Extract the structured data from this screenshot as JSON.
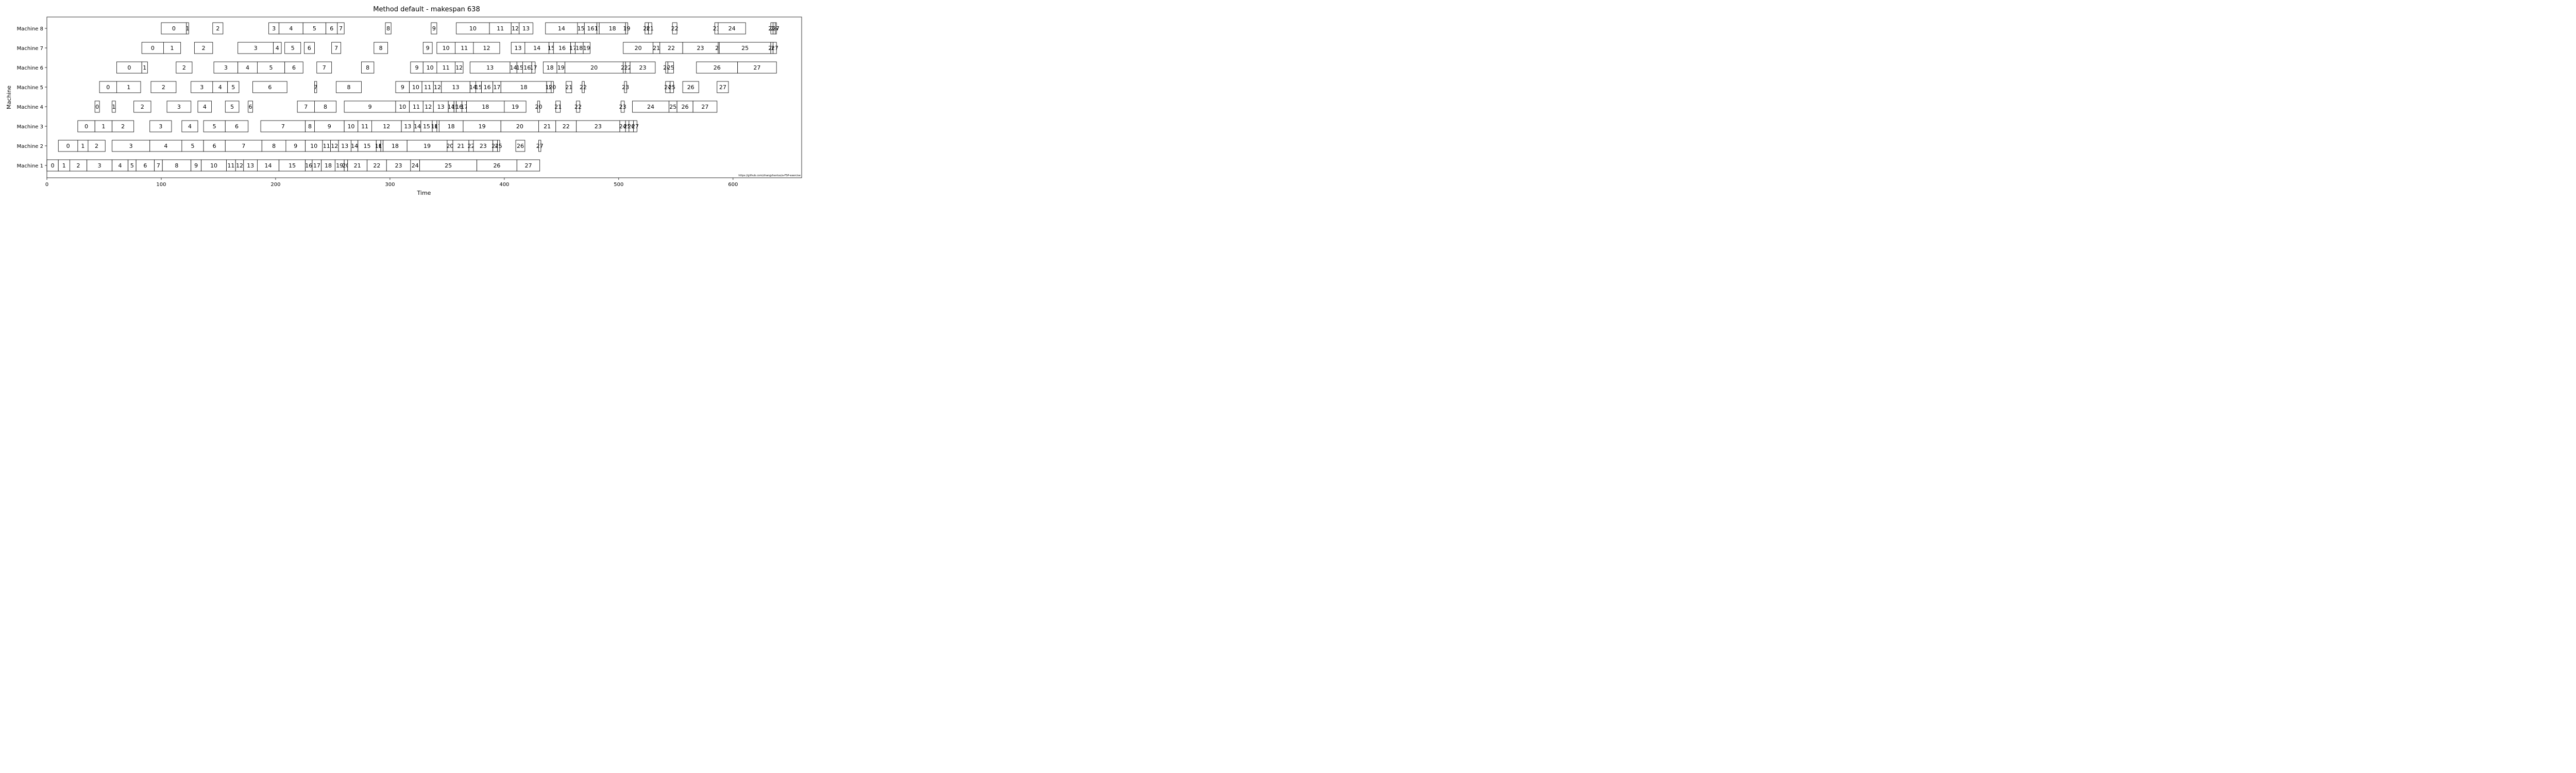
{
  "chart_data": {
    "type": "gantt",
    "title": "Method default - makespan 638",
    "xlabel": "Time",
    "ylabel": "Machine",
    "xlim": [
      0,
      660
    ],
    "xticks": [
      0,
      100,
      200,
      300,
      400,
      500,
      600
    ],
    "grid": false,
    "legend": "none",
    "credit": "https://github.com/zhangzhanluo/a-FSP-exercise",
    "machines": [
      "Machine 1",
      "Machine 2",
      "Machine 3",
      "Machine 4",
      "Machine 5",
      "Machine 6",
      "Machine 7",
      "Machine 8"
    ],
    "tasks": {
      "Machine 1": [
        [
          0,
          0,
          10
        ],
        [
          1,
          10,
          20
        ],
        [
          2,
          20,
          35
        ],
        [
          3,
          35,
          57
        ],
        [
          4,
          57,
          71
        ],
        [
          5,
          71,
          78
        ],
        [
          6,
          78,
          94
        ],
        [
          7,
          94,
          101
        ],
        [
          8,
          101,
          126
        ],
        [
          9,
          126,
          135
        ],
        [
          10,
          135,
          157
        ],
        [
          11,
          157,
          165
        ],
        [
          12,
          165,
          172
        ],
        [
          13,
          172,
          184
        ],
        [
          14,
          184,
          203
        ],
        [
          15,
          203,
          226
        ],
        [
          16,
          226,
          232
        ],
        [
          17,
          232,
          240
        ],
        [
          18,
          240,
          252
        ],
        [
          19,
          252,
          260
        ],
        [
          20,
          260,
          263
        ],
        [
          21,
          263,
          280
        ],
        [
          22,
          280,
          297
        ],
        [
          23,
          297,
          318
        ],
        [
          24,
          318,
          326
        ],
        [
          25,
          326,
          376
        ],
        [
          26,
          376,
          411
        ],
        [
          27,
          411,
          431
        ]
      ],
      "Machine 2": [
        [
          0,
          10,
          27
        ],
        [
          1,
          27,
          36
        ],
        [
          2,
          36,
          51
        ],
        [
          3,
          57,
          90
        ],
        [
          4,
          90,
          118
        ],
        [
          5,
          118,
          137
        ],
        [
          6,
          137,
          156
        ],
        [
          7,
          156,
          188
        ],
        [
          8,
          188,
          209
        ],
        [
          9,
          209,
          226
        ],
        [
          10,
          226,
          241
        ],
        [
          11,
          241,
          248
        ],
        [
          12,
          248,
          255
        ],
        [
          13,
          255,
          266
        ],
        [
          14,
          266,
          272
        ],
        [
          15,
          272,
          288
        ],
        [
          16,
          288,
          292
        ],
        [
          17,
          292,
          294
        ],
        [
          18,
          294,
          315
        ],
        [
          19,
          315,
          350
        ],
        [
          20,
          350,
          355
        ],
        [
          21,
          355,
          369
        ],
        [
          22,
          369,
          373
        ],
        [
          23,
          373,
          390
        ],
        [
          24,
          390,
          394
        ],
        [
          25,
          394,
          396
        ],
        [
          26,
          410,
          418
        ],
        [
          27,
          430,
          432
        ]
      ],
      "Machine 3": [
        [
          0,
          27,
          42
        ],
        [
          1,
          42,
          57
        ],
        [
          2,
          57,
          76
        ],
        [
          3,
          90,
          109
        ],
        [
          4,
          118,
          132
        ],
        [
          5,
          137,
          156
        ],
        [
          6,
          156,
          176
        ],
        [
          7,
          187,
          226
        ],
        [
          8,
          226,
          234
        ],
        [
          9,
          234,
          260
        ],
        [
          10,
          260,
          272
        ],
        [
          11,
          272,
          284
        ],
        [
          12,
          284,
          310
        ],
        [
          13,
          310,
          321
        ],
        [
          14,
          321,
          327
        ],
        [
          15,
          327,
          337
        ],
        [
          16,
          337,
          341
        ],
        [
          17,
          341,
          343
        ],
        [
          18,
          343,
          364
        ],
        [
          19,
          364,
          397
        ],
        [
          20,
          397,
          430
        ],
        [
          21,
          430,
          445
        ],
        [
          22,
          445,
          463
        ],
        [
          23,
          463,
          501
        ],
        [
          24,
          501,
          506
        ],
        [
          25,
          506,
          509
        ],
        [
          26,
          509,
          513
        ],
        [
          27,
          513,
          516
        ]
      ],
      "Machine 4": [
        [
          0,
          42,
          46
        ],
        [
          1,
          57,
          60
        ],
        [
          2,
          76,
          91
        ],
        [
          3,
          105,
          126
        ],
        [
          4,
          132,
          144
        ],
        [
          5,
          156,
          168
        ],
        [
          6,
          176,
          180
        ],
        [
          7,
          219,
          234
        ],
        [
          8,
          234,
          253
        ],
        [
          9,
          260,
          305
        ],
        [
          10,
          305,
          317
        ],
        [
          11,
          317,
          329
        ],
        [
          12,
          329,
          338
        ],
        [
          13,
          338,
          351
        ],
        [
          14,
          351,
          356
        ],
        [
          15,
          356,
          358
        ],
        [
          16,
          358,
          363
        ],
        [
          17,
          363,
          367
        ],
        [
          18,
          367,
          400
        ],
        [
          19,
          400,
          419
        ],
        [
          20,
          429,
          431
        ],
        [
          21,
          445,
          449
        ],
        [
          22,
          463,
          466
        ],
        [
          23,
          502,
          505
        ],
        [
          24,
          512,
          544
        ],
        [
          25,
          544,
          551
        ],
        [
          26,
          551,
          565
        ],
        [
          27,
          565,
          586
        ]
      ],
      "Machine 5": [
        [
          0,
          46,
          61
        ],
        [
          1,
          61,
          82
        ],
        [
          2,
          91,
          113
        ],
        [
          3,
          126,
          145
        ],
        [
          4,
          145,
          158
        ],
        [
          5,
          158,
          168
        ],
        [
          6,
          180,
          210
        ],
        [
          7,
          234,
          236
        ],
        [
          8,
          253,
          275
        ],
        [
          9,
          305,
          317
        ],
        [
          10,
          317,
          328
        ],
        [
          11,
          328,
          338
        ],
        [
          12,
          338,
          345
        ],
        [
          13,
          345,
          370
        ],
        [
          14,
          370,
          375
        ],
        [
          15,
          375,
          380
        ],
        [
          16,
          380,
          390
        ],
        [
          17,
          390,
          397
        ],
        [
          18,
          397,
          437
        ],
        [
          19,
          437,
          441
        ],
        [
          20,
          441,
          443
        ],
        [
          21,
          454,
          459
        ],
        [
          22,
          468,
          470
        ],
        [
          23,
          505,
          507
        ],
        [
          24,
          541,
          545
        ],
        [
          25,
          545,
          548
        ],
        [
          26,
          556,
          570
        ],
        [
          27,
          586,
          596
        ]
      ],
      "Machine 6": [
        [
          0,
          61,
          83
        ],
        [
          1,
          83,
          88
        ],
        [
          2,
          113,
          127
        ],
        [
          3,
          146,
          167
        ],
        [
          4,
          167,
          184
        ],
        [
          5,
          184,
          208
        ],
        [
          6,
          208,
          224
        ],
        [
          7,
          236,
          249
        ],
        [
          8,
          275,
          286
        ],
        [
          9,
          318,
          329
        ],
        [
          10,
          329,
          341
        ],
        [
          11,
          341,
          357
        ],
        [
          12,
          357,
          364
        ],
        [
          13,
          370,
          405
        ],
        [
          14,
          405,
          411
        ],
        [
          15,
          411,
          416
        ],
        [
          16,
          416,
          424
        ],
        [
          17,
          424,
          427
        ],
        [
          18,
          434,
          446
        ],
        [
          19,
          446,
          453
        ],
        [
          20,
          453,
          504
        ],
        [
          21,
          504,
          506
        ],
        [
          22,
          506,
          510
        ],
        [
          23,
          510,
          532
        ],
        [
          24,
          541,
          543
        ],
        [
          25,
          543,
          548
        ],
        [
          26,
          568,
          604
        ],
        [
          27,
          604,
          638
        ]
      ],
      "Machine 7": [
        [
          0,
          83,
          102
        ],
        [
          1,
          102,
          117
        ],
        [
          2,
          129,
          145
        ],
        [
          3,
          167,
          198
        ],
        [
          4,
          198,
          205
        ],
        [
          5,
          208,
          222
        ],
        [
          6,
          225,
          234
        ],
        [
          7,
          249,
          257
        ],
        [
          8,
          286,
          298
        ],
        [
          9,
          329,
          337
        ],
        [
          10,
          341,
          357
        ],
        [
          11,
          357,
          373
        ],
        [
          12,
          373,
          396
        ],
        [
          13,
          406,
          418
        ],
        [
          14,
          418,
          439
        ],
        [
          15,
          439,
          443
        ],
        [
          16,
          443,
          458
        ],
        [
          17,
          458,
          462
        ],
        [
          18,
          462,
          469
        ],
        [
          19,
          469,
          475
        ],
        [
          20,
          504,
          530
        ],
        [
          21,
          530,
          536
        ],
        [
          22,
          536,
          556
        ],
        [
          23,
          556,
          587
        ],
        [
          24,
          587,
          588
        ],
        [
          25,
          588,
          633
        ],
        [
          26,
          633,
          635
        ],
        [
          27,
          635,
          638
        ]
      ],
      "Machine 8": [
        [
          0,
          100,
          122
        ],
        [
          1,
          122,
          124
        ],
        [
          2,
          145,
          154
        ],
        [
          3,
          194,
          203
        ],
        [
          4,
          203,
          224
        ],
        [
          5,
          224,
          244
        ],
        [
          6,
          244,
          254
        ],
        [
          7,
          254,
          260
        ],
        [
          8,
          296,
          301
        ],
        [
          9,
          336,
          341
        ],
        [
          10,
          358,
          387
        ],
        [
          11,
          387,
          406
        ],
        [
          12,
          406,
          413
        ],
        [
          13,
          413,
          425
        ],
        [
          14,
          436,
          464
        ],
        [
          15,
          464,
          470
        ],
        [
          16,
          470,
          481
        ],
        [
          17,
          481,
          483
        ],
        [
          18,
          483,
          506
        ],
        [
          19,
          506,
          508
        ],
        [
          20,
          523,
          526
        ],
        [
          21,
          526,
          529
        ],
        [
          22,
          547,
          551
        ],
        [
          23,
          584,
          587
        ],
        [
          24,
          587,
          611
        ],
        [
          25,
          633,
          635
        ],
        [
          26,
          635,
          637
        ],
        [
          27,
          637,
          638
        ]
      ]
    }
  }
}
